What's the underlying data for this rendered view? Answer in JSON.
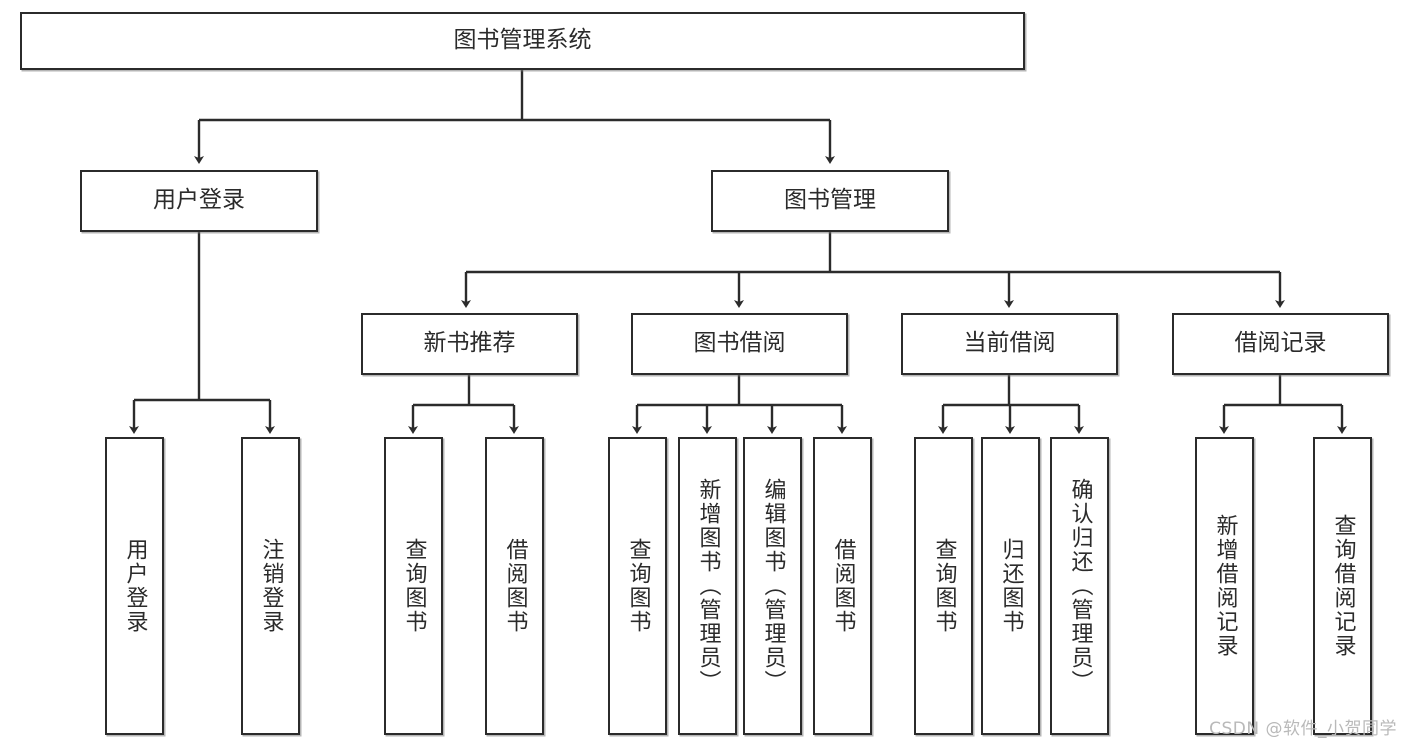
{
  "diagram": {
    "title": "图书管理系统",
    "watermark": "CSDN @软件_小贺同学",
    "line_color": "#2b2b2b",
    "box_fill": "#ffffff",
    "text_color": "#2b2b2b",
    "root": {
      "label": "图书管理系统"
    },
    "level2": [
      {
        "label": "用户登录"
      },
      {
        "label": "图书管理"
      }
    ],
    "level3": [
      {
        "label": "新书推荐"
      },
      {
        "label": "图书借阅"
      },
      {
        "label": "当前借阅"
      },
      {
        "label": "借阅记录"
      }
    ],
    "leaves": {
      "user_login": [
        {
          "label": "用户登录"
        },
        {
          "label": "注销登录"
        }
      ],
      "new_book_recommend": [
        {
          "label": "查询图书"
        },
        {
          "label": "借阅图书"
        }
      ],
      "book_borrow": [
        {
          "label": "查询图书"
        },
        {
          "label": "新增图书（管理员）"
        },
        {
          "label": "编辑图书（管理员）"
        },
        {
          "label": "借阅图书"
        }
      ],
      "current_borrow": [
        {
          "label": "查询图书"
        },
        {
          "label": "归还图书"
        },
        {
          "label": "确认归还（管理员）"
        }
      ],
      "borrow_record": [
        {
          "label": "新增借阅记录"
        },
        {
          "label": "查询借阅记录"
        }
      ]
    }
  }
}
